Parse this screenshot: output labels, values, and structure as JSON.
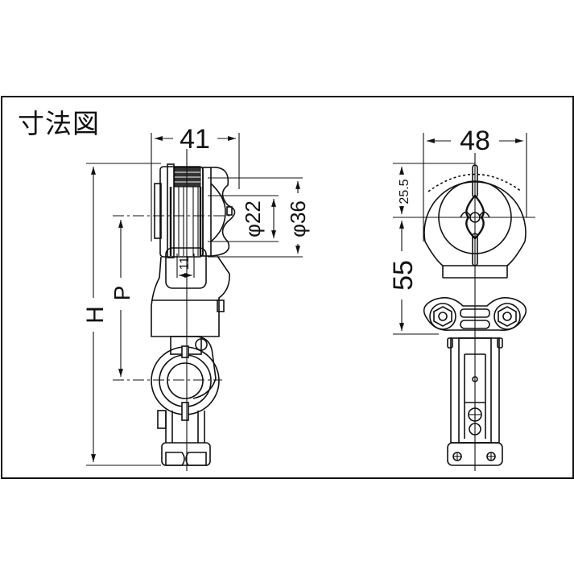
{
  "title": "寸法図",
  "side_view": {
    "width_label": "41",
    "inner_diameter_label": "φ22",
    "outer_diameter_label": "φ36",
    "slot_width_label": "11",
    "height_label": "H",
    "pitch_label": "P"
  },
  "front_view": {
    "width_label": "48",
    "top_offset_label": "25.5",
    "center_to_base_label": "55"
  },
  "colors": {
    "line": "#111111",
    "background": "#ffffff"
  }
}
